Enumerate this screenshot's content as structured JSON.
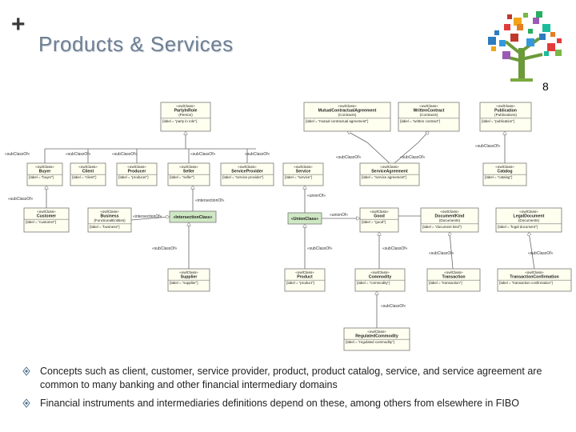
{
  "header": {
    "plus": "+",
    "title": "Products & Services",
    "slide_number": "8"
  },
  "boxes": [
    {
      "id": "PartyInRole",
      "stereo": "«owlClass»",
      "name": "PartyInRole",
      "parent": "(Person)",
      "label": "{label = \"party in role\"}"
    },
    {
      "id": "MutualContractualAgreement",
      "stereo": "«owlClass»",
      "name": "MutualContractualAgreement",
      "parent": "(Contracts)",
      "label": "{label = \"mutual contractual agreement\"}"
    },
    {
      "id": "WrittenContract",
      "stereo": "«owlClass»",
      "name": "WrittenContract",
      "parent": "(Contracts)",
      "label": "{label = \"written contract\"}"
    },
    {
      "id": "Publication",
      "stereo": "«owlClass»",
      "name": "Publication",
      "parent": "(Publications)",
      "label": "{label = \"publication\"}"
    },
    {
      "id": "Buyer",
      "stereo": "«owlClass»",
      "name": "Buyer",
      "parent": "",
      "label": "{label = \"buyer\"}"
    },
    {
      "id": "Client",
      "stereo": "«owlClass»",
      "name": "Client",
      "parent": "",
      "label": "{label = \"client\"}"
    },
    {
      "id": "Producer",
      "stereo": "«owlClass»",
      "name": "Producer",
      "parent": "",
      "label": "{label = \"producer\"}"
    },
    {
      "id": "Seller",
      "stereo": "«owlClass»",
      "name": "Seller",
      "parent": "",
      "label": "{label = \"seller\"}"
    },
    {
      "id": "ServiceProvider",
      "stereo": "«owlClass»",
      "name": "ServiceProvider",
      "parent": "",
      "label": "{label = \"service provider\"}"
    },
    {
      "id": "Service",
      "stereo": "«owlClass»",
      "name": "Service",
      "parent": "",
      "label": "{label = \"service\"}"
    },
    {
      "id": "ServiceAgreement",
      "stereo": "«owlClass»",
      "name": "ServiceAgreement",
      "parent": "",
      "label": "{label = \"service agreement\"}"
    },
    {
      "id": "Catalog",
      "stereo": "«owlClass»",
      "name": "Catalog",
      "parent": "",
      "label": "{label = \"catalog\"}"
    },
    {
      "id": "Customer",
      "stereo": "«owlClass»",
      "name": "Customer",
      "parent": "",
      "label": "{label = \"customer\"}"
    },
    {
      "id": "Business",
      "stereo": "«owlClass»",
      "name": "Business",
      "parent": "(FunctionalEntities)",
      "label": "{label = \"business\"}"
    },
    {
      "id": "IntersectionClass",
      "stereo": "",
      "name": "«IntersectionClass»",
      "parent": "",
      "label": ""
    },
    {
      "id": "UnionClass",
      "stereo": "",
      "name": "«UnionClass»",
      "parent": "",
      "label": ""
    },
    {
      "id": "Good",
      "stereo": "«owlClass»",
      "name": "Good",
      "parent": "",
      "label": "{label = \"good\"}"
    },
    {
      "id": "DocumentKind",
      "stereo": "«owlClass»",
      "name": "DocumentKind",
      "parent": "(Documents)",
      "label": "{label = \"document kind\"}"
    },
    {
      "id": "LegalDocument",
      "stereo": "«owlClass»",
      "name": "LegalDocument",
      "parent": "(Documents)",
      "label": "{label = \"legal document\"}"
    },
    {
      "id": "Supplier",
      "stereo": "«owlClass»",
      "name": "Supplier",
      "parent": "",
      "label": "{label = \"supplier\"}"
    },
    {
      "id": "Product",
      "stereo": "«owlClass»",
      "name": "Product",
      "parent": "",
      "label": "{label = \"product\"}"
    },
    {
      "id": "Commodity",
      "stereo": "«owlClass»",
      "name": "Commodity",
      "parent": "",
      "label": "{label = \"commodity\"}"
    },
    {
      "id": "Transaction",
      "stereo": "«owlClass»",
      "name": "Transaction",
      "parent": "",
      "label": "{label = \"transaction\"}"
    },
    {
      "id": "TransactionConfirmation",
      "stereo": "«owlClass»",
      "name": "TransactionConfirmation",
      "parent": "",
      "label": "{label = \"transaction confirmation\"}"
    },
    {
      "id": "RegulatedCommodity",
      "stereo": "«owlClass»",
      "name": "RegulatedCommodity",
      "parent": "",
      "label": "{label = \"regulated commodity\"}"
    }
  ],
  "edge_labels": {
    "sub_class_of": "«subClassOf»",
    "intersection_of": "«intersectionOf»",
    "union_of": "«unionOf»"
  },
  "bullets": [
    "Concepts such as client, customer, service provider, product, product catalog, service, and service agreement are common to many banking and other financial intermediary domains",
    "Financial instruments and intermediaries definitions depend on these, among others from elsewhere in FIBO"
  ],
  "colors": {
    "title": "#6e7f93",
    "box_fill": "#fffff0",
    "box_stroke": "#777777",
    "highlight_fill": "#cfe8c4",
    "bullet_mark": "#4a6e8a"
  }
}
